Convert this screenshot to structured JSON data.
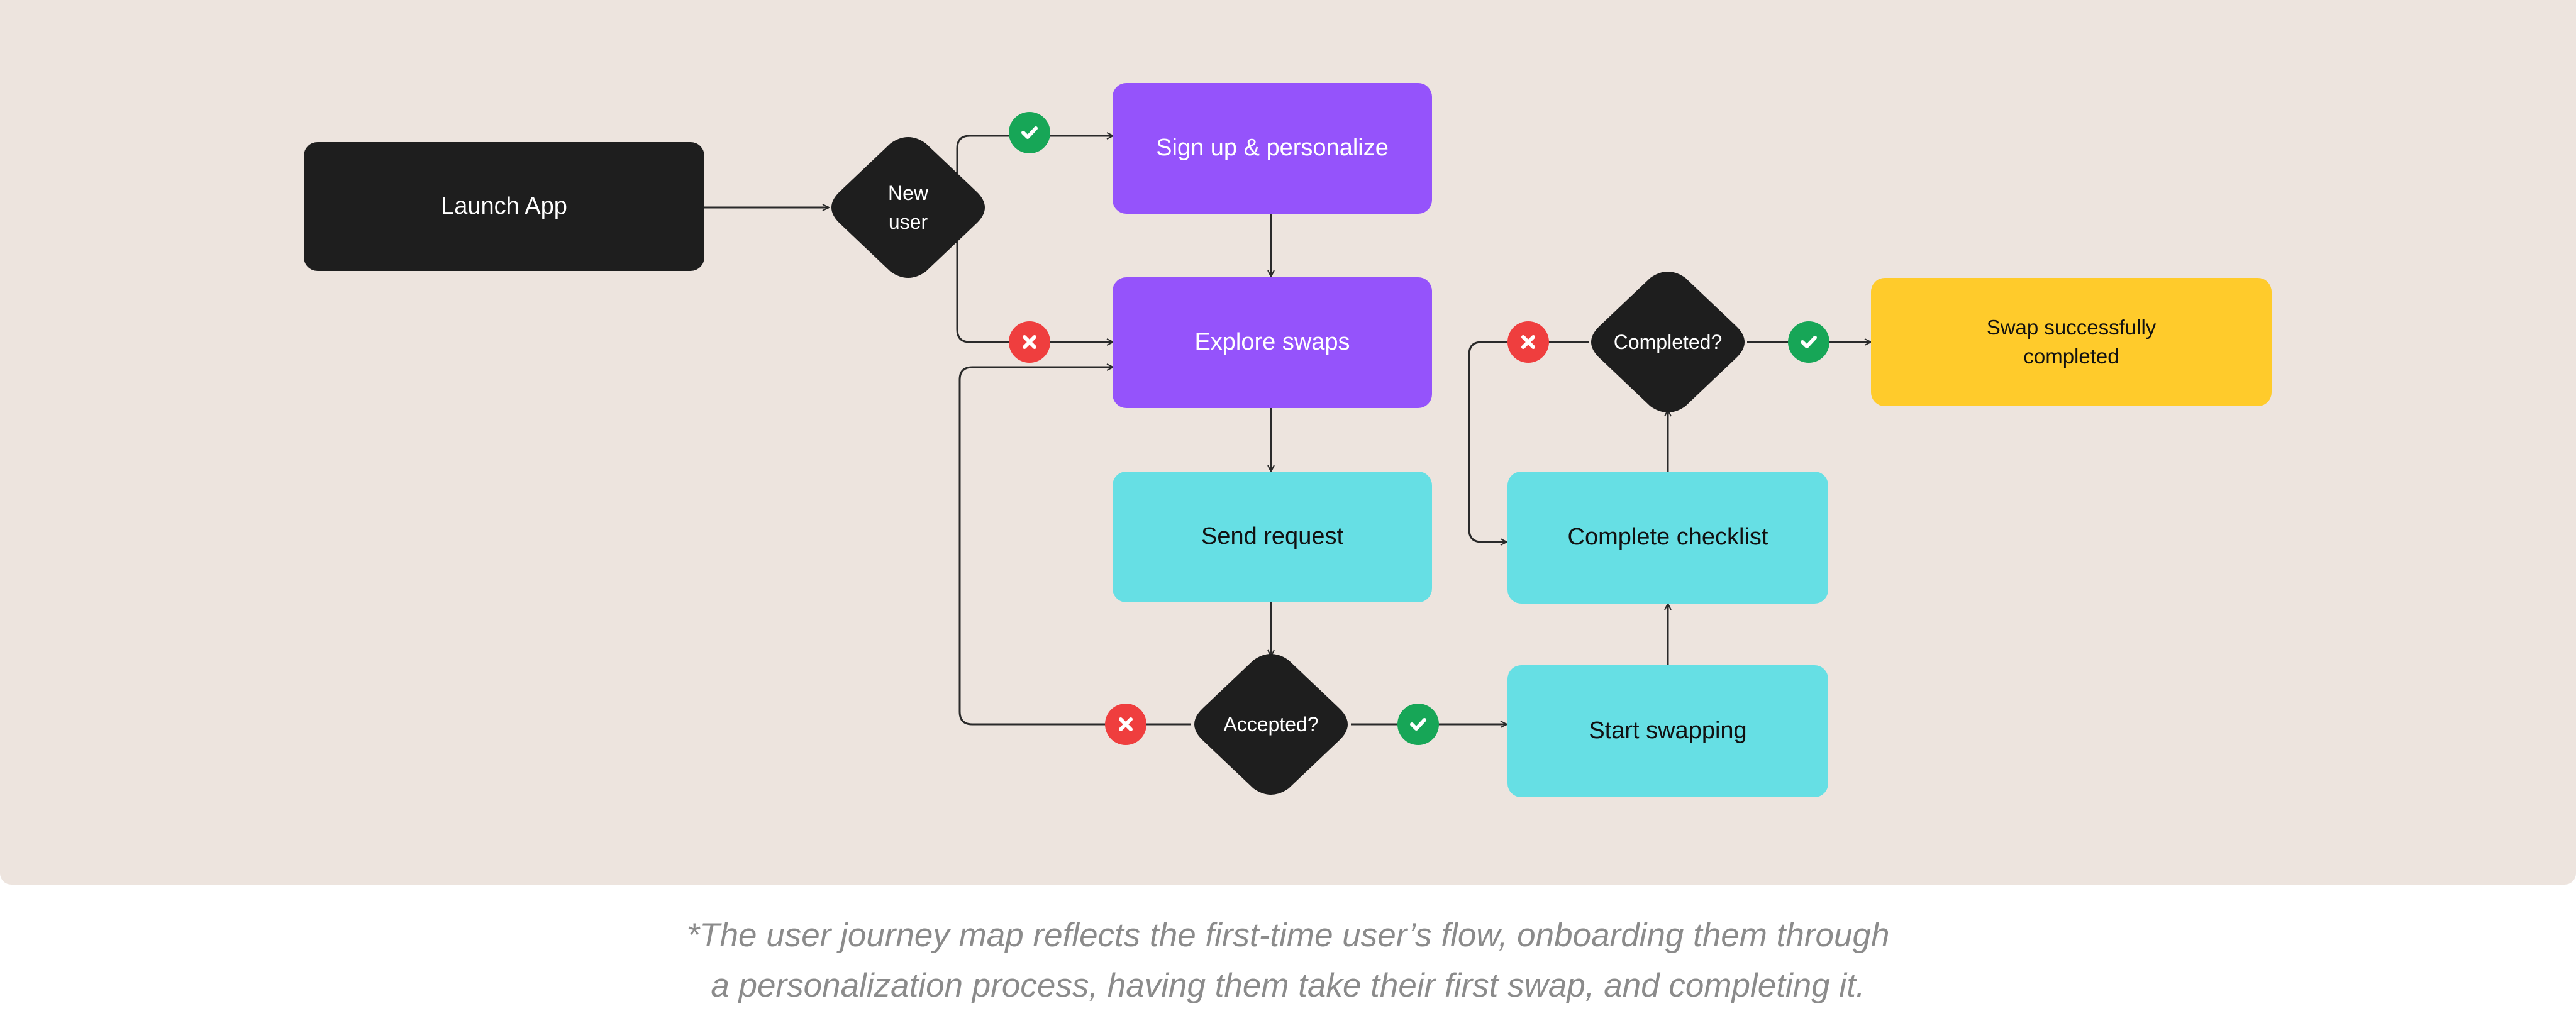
{
  "diagram": {
    "nodes": {
      "launch_app": "Launch App",
      "new_user": "New\nuser",
      "sign_up": "Sign up & personalize",
      "explore_swaps": "Explore swaps",
      "send_request": "Send request",
      "accepted": "Accepted?",
      "start_swapping": "Start swapping",
      "complete_checklist": "Complete checklist",
      "completed": "Completed?",
      "swap_completed_line1": "Swap successfully",
      "swap_completed_line2": "completed"
    },
    "badges": {
      "new_user_yes": "check-icon",
      "new_user_no": "x-icon",
      "accepted_yes": "check-icon",
      "accepted_no": "x-icon",
      "completed_yes": "check-icon",
      "completed_no": "x-icon"
    },
    "colors": {
      "background": "#ede4de",
      "dark": "#1e1e1e",
      "purple": "#9553fb",
      "cyan": "#66dfe4",
      "yellow": "#ffcb2b",
      "yes": "#17a657",
      "no": "#ef3e3e",
      "line": "#2a2a2a"
    }
  },
  "caption": {
    "line1": "*The user journey map reflects the first-time user’s flow, onboarding them through",
    "line2": "a personalization process, having them take their first swap, and completing it."
  }
}
